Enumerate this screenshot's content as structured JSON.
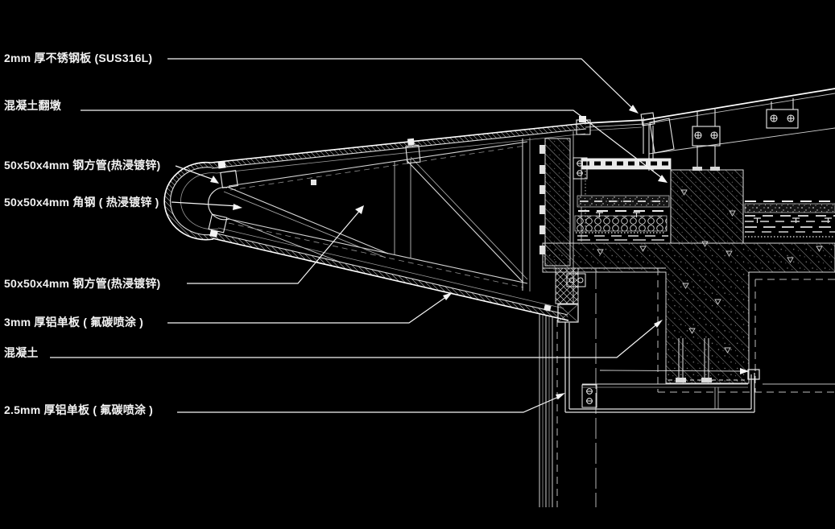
{
  "drawing": {
    "title": "canopy-edge-construction-detail",
    "background": "#000000",
    "line_color": "#e8e8e8",
    "labels": [
      {
        "id": "stainless-plate",
        "text": "2mm 厚不锈钢板 (SUS316L)"
      },
      {
        "id": "concrete-upstand",
        "text": "混凝土翻墩"
      },
      {
        "id": "steel-square-tube-nose",
        "text": "50x50x4mm 钢方管(热浸镀锌)"
      },
      {
        "id": "steel-angle",
        "text": "50x50x4mm 角钢 ( 热浸镀锌 )"
      },
      {
        "id": "steel-square-tube-mid",
        "text": "50x50x4mm 钢方管(热浸镀锌)"
      },
      {
        "id": "aluminum-panel-3mm",
        "text": "3mm 厚铝单板 ( 氟碳喷涂 )"
      },
      {
        "id": "concrete",
        "text": "混凝土"
      },
      {
        "id": "aluminum-panel-25mm",
        "text": "2.5mm 厚铝单板 ( 氟碳喷涂 )"
      }
    ]
  }
}
